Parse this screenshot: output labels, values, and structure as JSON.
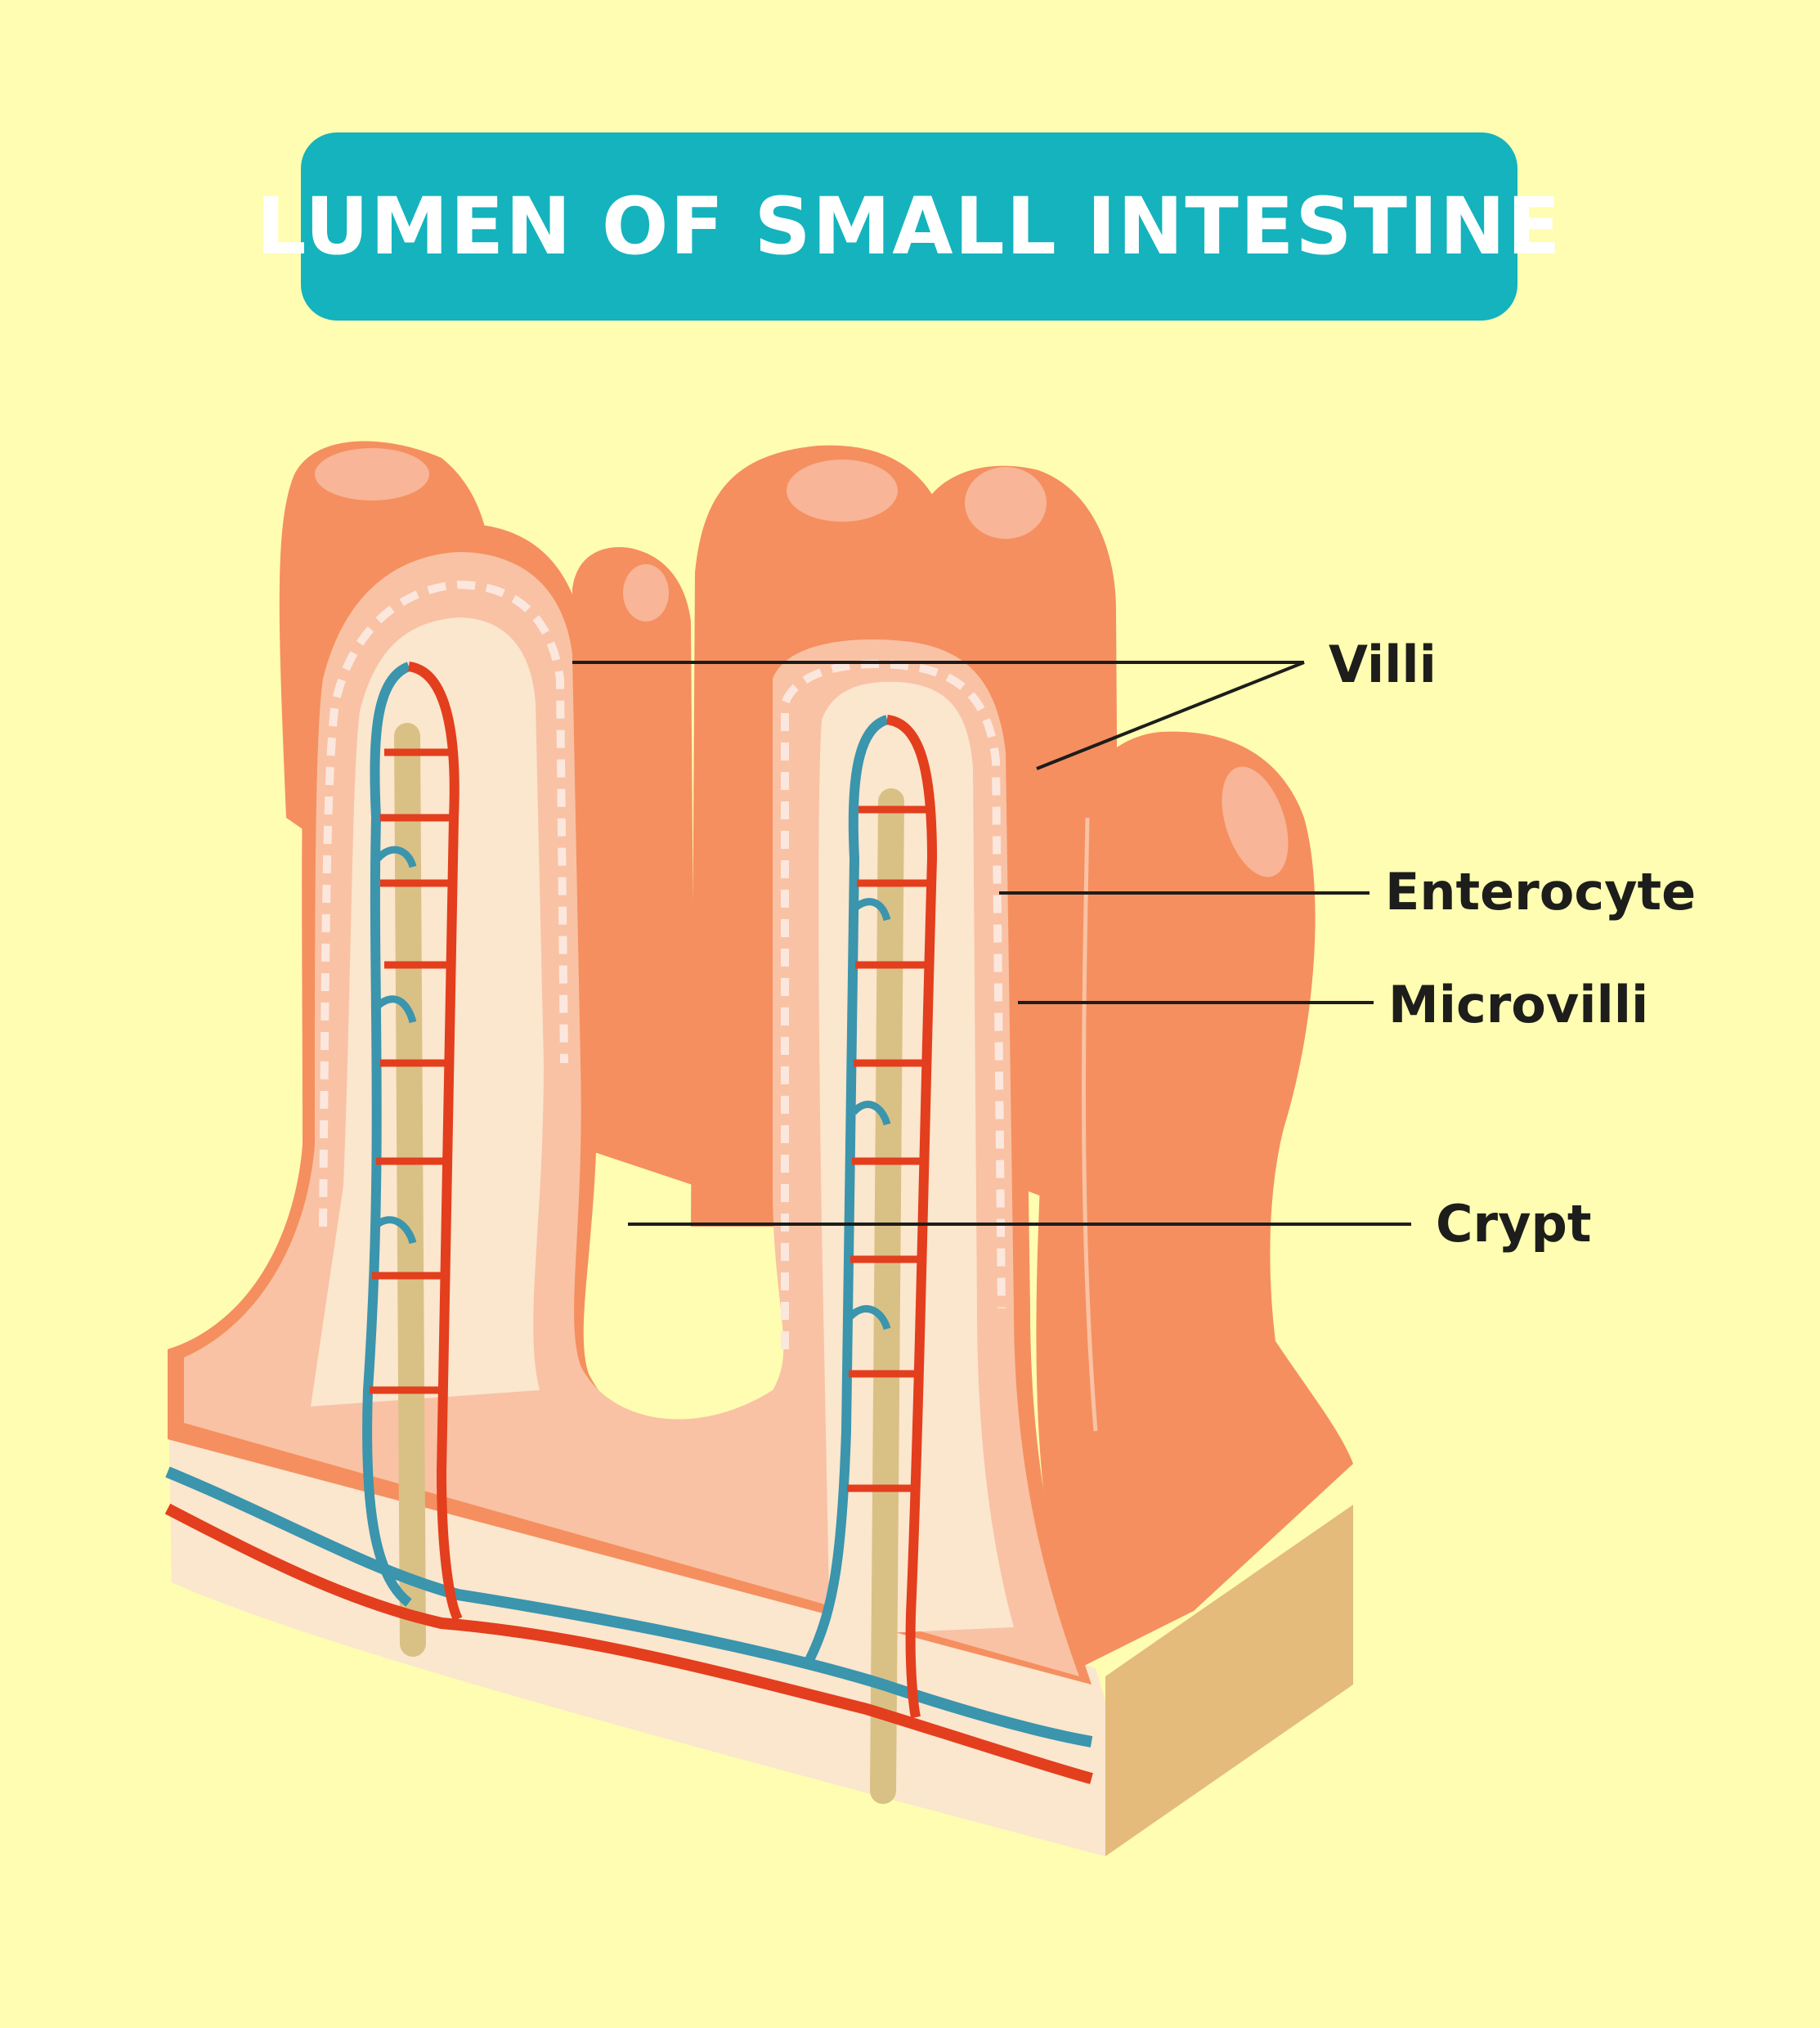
{
  "title": "LUMEN OF SMALL INTESTINE",
  "labels": {
    "villi": "Villi",
    "enterocyte": "Enterocyte",
    "microvilli": "Microvilli",
    "crypt": "Crypt"
  },
  "colors": {
    "background": "#fefdb2",
    "title_box": "#14b3bd",
    "villus_body": "#f58f5f",
    "villus_highlight": "#f8b597",
    "epithelium": "#f9c2a4",
    "microvilli_edge": "#fbe7dd",
    "connective_tissue": "#fbe6ce",
    "muscle_layer": "#e4bb7a",
    "artery": "#e33e1d",
    "vein": "#3a95ad",
    "lacteal": "#d9c186"
  }
}
